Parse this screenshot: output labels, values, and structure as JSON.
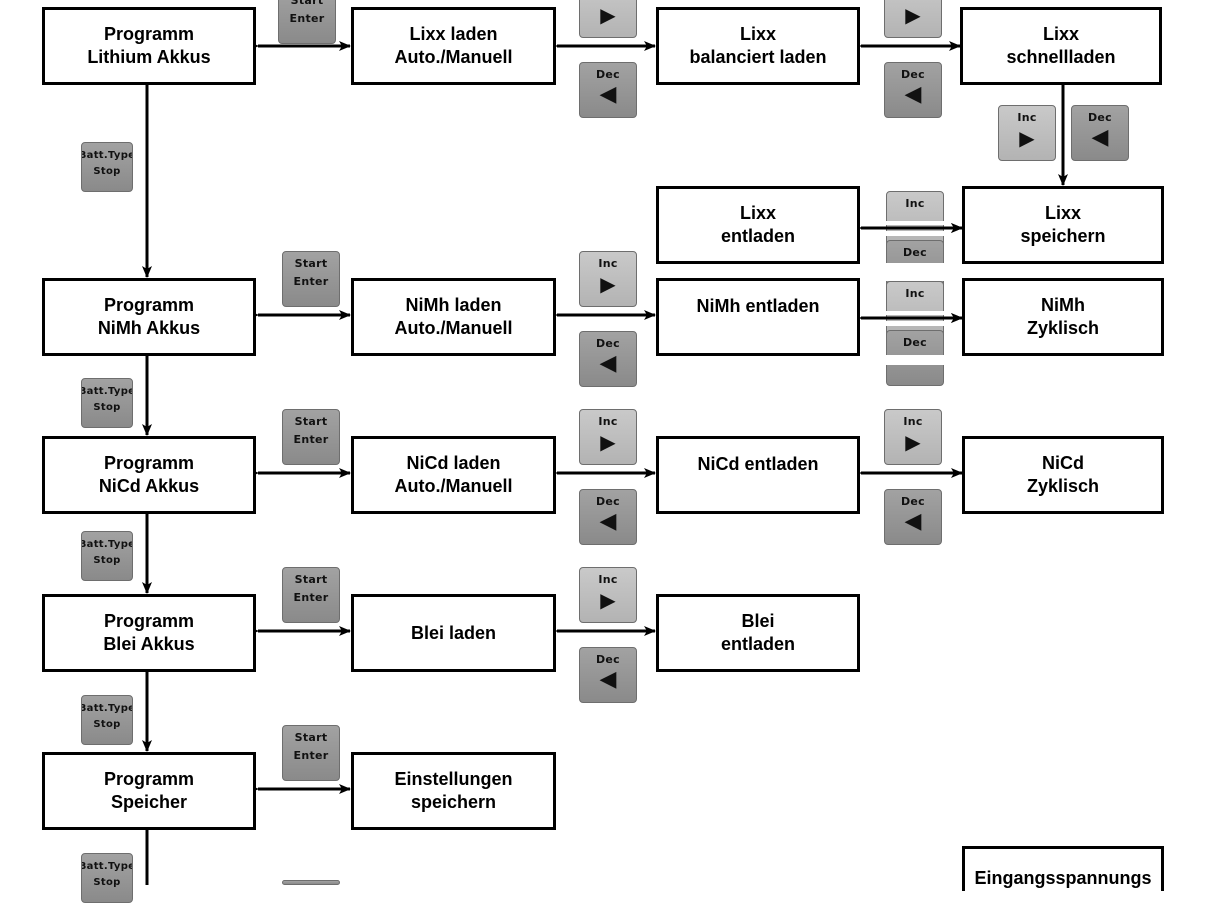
{
  "boxes": {
    "lithium": [
      "Programm",
      "Lithium Akkus"
    ],
    "lixx_laden": [
      "Lixx laden",
      "Auto./Manuell"
    ],
    "lixx_balanciert": [
      "Lixx",
      "balanciert laden"
    ],
    "lixx_schnell": [
      "Lixx",
      "schnellladen"
    ],
    "lixx_entladen": [
      "Lixx",
      "entladen"
    ],
    "lixx_speichern": [
      "Lixx",
      "speichern"
    ],
    "nimh": [
      "Programm",
      "NiMh Akkus"
    ],
    "nimh_laden": [
      "NiMh laden",
      "Auto./Manuell"
    ],
    "nimh_entladen": [
      "NiMh entladen"
    ],
    "nimh_zyklisch": [
      "NiMh",
      "Zyklisch"
    ],
    "nicd": [
      "Programm",
      "NiCd Akkus"
    ],
    "nicd_laden": [
      "NiCd laden",
      "Auto./Manuell"
    ],
    "nicd_entladen": [
      "NiCd entladen"
    ],
    "nicd_zyklisch": [
      "NiCd",
      "Zyklisch"
    ],
    "blei": [
      "Programm",
      "Blei Akkus"
    ],
    "blei_laden": [
      "Blei laden"
    ],
    "blei_entladen": [
      "Blei",
      "entladen"
    ],
    "speicher": [
      "Programm",
      "Speicher"
    ],
    "einstellungen": [
      "Einstellungen",
      "speichern"
    ],
    "eingang": [
      "Eingangsspannungs"
    ]
  },
  "buttons": {
    "start_enter": [
      "Start",
      "Enter"
    ],
    "batt_type_stop": [
      "Batt.Type",
      "Stop"
    ],
    "inc": "Inc",
    "dec": "Dec"
  },
  "colors": {
    "line": "#000000",
    "button_face": "#9a9a9a",
    "button_face_light": "#c0c0c0"
  }
}
